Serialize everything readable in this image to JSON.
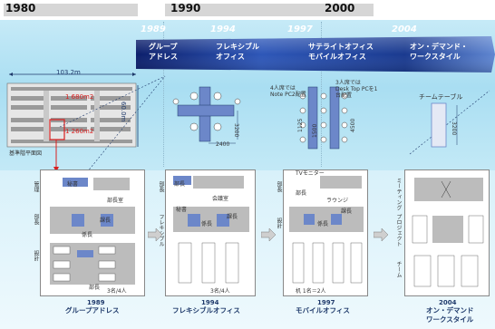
{
  "decades": [
    "1980",
    "1990",
    "2000"
  ],
  "timeline": {
    "years": [
      "1989",
      "1994",
      "1997",
      "2004"
    ],
    "phases": [
      {
        "line1": "グループ",
        "line2": "アドレス"
      },
      {
        "line1": "フレキシブル",
        "line2": "オフィス"
      },
      {
        "line1": "サテライトオフィス",
        "line2": "モバイルオフィス"
      },
      {
        "line1": "オン・デマンド・",
        "line2": "ワークスタイル"
      }
    ]
  },
  "floorplan": {
    "width_dim": "103.2m",
    "height_dim": "60.0m",
    "area1": "1 680m2",
    "area2": "1 260m2",
    "caption": "基準階平面図"
  },
  "desk_units": {
    "unit2_dims": [
      "2400",
      "3200"
    ],
    "unit3_note_left": [
      "4人席では",
      "Note PC2配置"
    ],
    "unit3_note_right": [
      "3人席では",
      "Desk Top PCを1",
      "台配置"
    ],
    "unit3_dims": [
      "1125",
      "1500",
      "4500"
    ],
    "unit4_title": "チームテーブル",
    "unit4_dim": "3200"
  },
  "panels": {
    "p1": {
      "left_labels": [
        "管理",
        "部長",
        "設計"
      ],
      "labels": [
        "秘書",
        "部長室",
        "課長",
        "係長",
        "部長"
      ],
      "bottom": "3名/4人"
    },
    "p2": {
      "left_labels": [
        "部長",
        "フレキシブル"
      ],
      "labels": [
        "部長",
        "会議室",
        "秘書",
        "課長",
        "係長"
      ],
      "bottom": "3名/4人"
    },
    "p3": {
      "left_labels": [
        "部長",
        "設計"
      ],
      "labels": [
        "TVモニター",
        "ラウンジ",
        "課長",
        "部長",
        "係長"
      ],
      "bottom": "机 1名＝2人"
    },
    "p4": {
      "left_labels": [
        "ミーティング",
        "プロジェクト",
        "チーム"
      ],
      "labels": []
    }
  },
  "bottom_captions": [
    {
      "year": "1989",
      "name": "グループアドレス"
    },
    {
      "year": "1994",
      "name": "フレキシブルオフィス"
    },
    {
      "year": "1997",
      "name": "モバイルオフィス"
    },
    {
      "year": "2004",
      "name": "オン・デマンド",
      "name2": "ワークスタイル"
    }
  ],
  "colors": {
    "band": "#a9def2",
    "arrow_dark": "#0c1f6b",
    "arrow_mid": "#2e57b8",
    "accent_red": "#d91f1f",
    "desk_blue": "#6c87c9"
  }
}
